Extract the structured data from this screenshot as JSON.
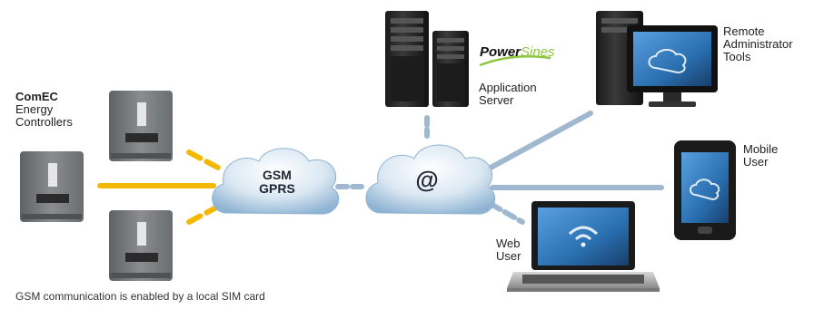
{
  "labels": {
    "comec_title": "ComEC",
    "comec_line2": "Energy",
    "comec_line3": "Controllers",
    "gsm_line1": "GSM",
    "gsm_line2": "GPRS",
    "at_symbol": "@",
    "brand_power": "Power",
    "brand_sines": "Sines",
    "app_server_line1": "Application",
    "app_server_line2": "Server",
    "remote_line1": "Remote",
    "remote_line2": "Administrator",
    "remote_line3": "Tools",
    "mobile_line1": "Mobile",
    "mobile_line2": "User",
    "web_line1": "Web",
    "web_line2": "User",
    "footnote": "GSM communication is enabled by a local SIM card"
  },
  "colors": {
    "link_yellow": "#f5b800",
    "link_blue": "#9fb8cf",
    "cloud_light": "#f2f7fb",
    "cloud_dark": "#8fb3d3",
    "device_gray": "#7a7d80",
    "brand_green": "#8dc63f",
    "screen_blue": "#2a6fb0"
  }
}
